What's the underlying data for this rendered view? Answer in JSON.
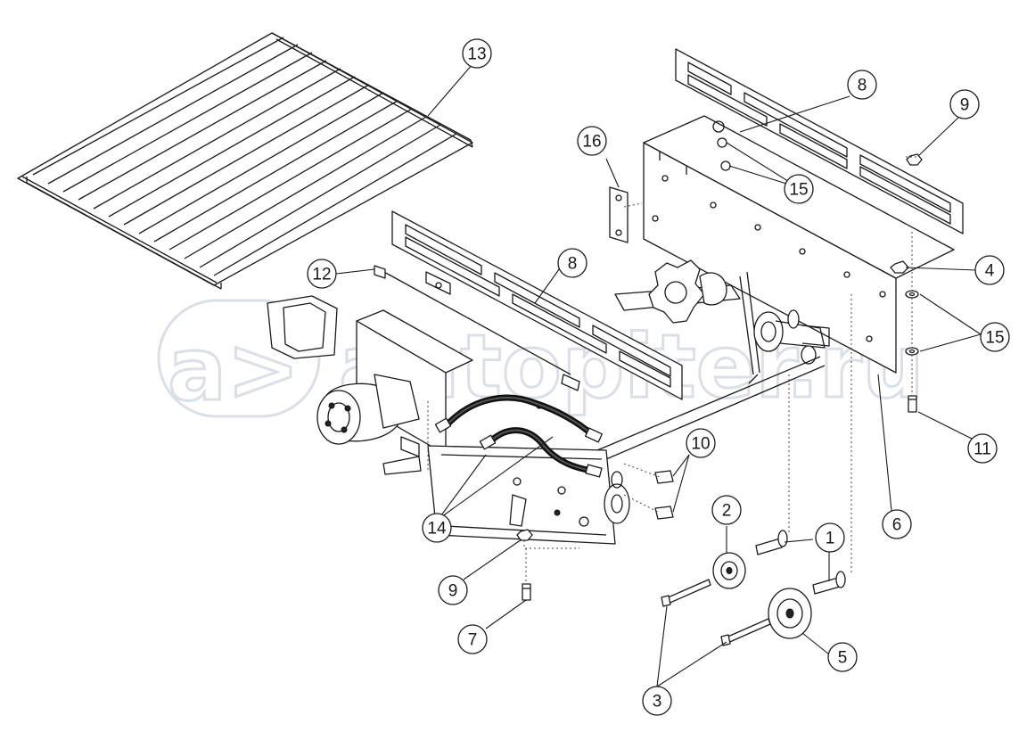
{
  "watermark": {
    "text": "autopiter.ru",
    "logo_glyph": "a>",
    "color": "#cfd6de"
  },
  "callouts": {
    "c1a": "1",
    "c1b": "1",
    "c2": "2",
    "c3": "3",
    "c4": "4",
    "c5": "5",
    "c6": "6",
    "c7": "7",
    "c8a": "8",
    "c8b": "8",
    "c9a": "9",
    "c9b": "9",
    "c10": "10",
    "c11": "11",
    "c12": "12",
    "c13": "13",
    "c14": "14",
    "c15a": "15",
    "c15b": "15",
    "c16": "16"
  },
  "colors": {
    "line": "#1a1a1a",
    "background": "#ffffff",
    "hose": "#111111"
  }
}
